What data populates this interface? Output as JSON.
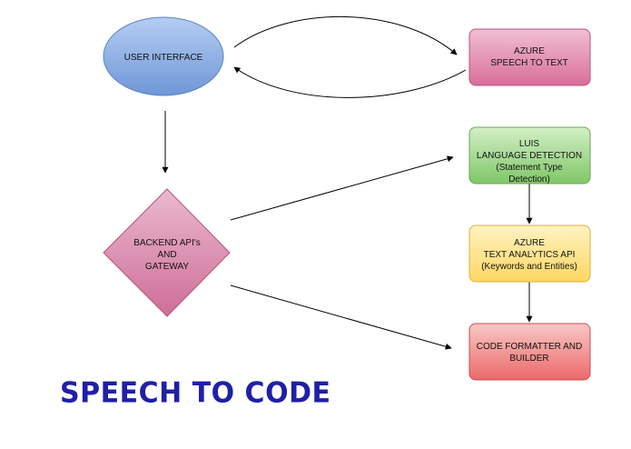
{
  "title": "SPEECH TO CODE",
  "nodes": {
    "user_interface": {
      "lines": [
        "USER INTERFACE"
      ]
    },
    "speech_to_text": {
      "lines": [
        "AZURE",
        "SPEECH TO TEXT"
      ]
    },
    "backend": {
      "lines": [
        "BACKEND API's",
        "AND",
        "GATEWAY"
      ]
    },
    "luis": {
      "lines": [
        "LUIS",
        "LANGUAGE DETECTION",
        "(Statement Type",
        "Detection)"
      ]
    },
    "text_analytics": {
      "lines": [
        "AZURE",
        "TEXT ANALYTICS API",
        "(Keywords and Entities)"
      ]
    },
    "code_formatter": {
      "lines": [
        "CODE FORMATTER AND",
        "BUILDER"
      ]
    }
  },
  "colors": {
    "user_interface_fill": "#7ea6e0",
    "speech_to_text_fill": "#e07aa4",
    "backend_fill": "#d9779f",
    "luis_fill": "#8fd07a",
    "text_analytics_fill": "#ffe27a",
    "code_formatter_fill": "#f07f7f",
    "title_color": "#1f1fa8"
  }
}
